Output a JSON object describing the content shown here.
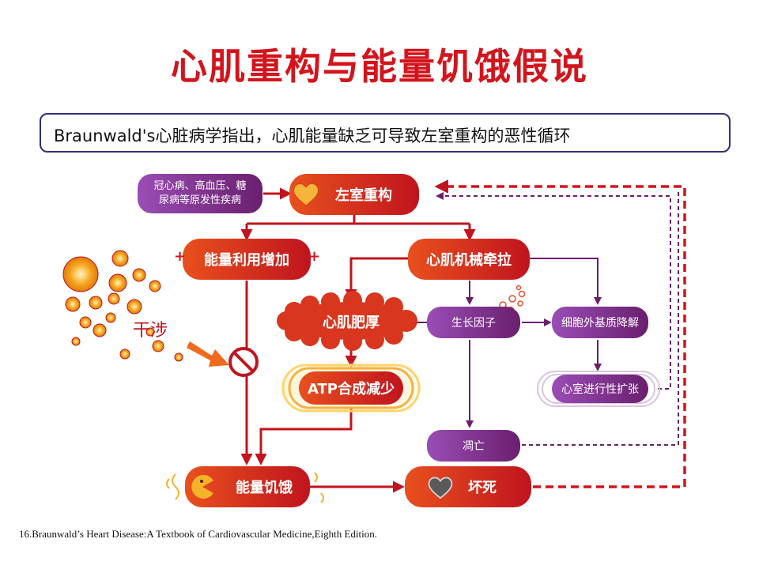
{
  "slide": {
    "title": "心肌重构与能量饥饿假说",
    "subtitle": "Braunwald's心脏病学指出，心肌能量缺乏可导致左室重构的恶性循环",
    "reference": "16.Braunwald’s Heart Disease:A Textbook of Cardiovascular Medicine,Eighth Edition."
  },
  "nodes": {
    "primary_diseases": "冠心病、高血压、糖尿病等原发性疾病",
    "lv_remodeling": "左室重构",
    "energy_use_increase": "能量利用增加",
    "mechanical_stretch": "心肌机械牵拉",
    "hypertrophy": "心肌肥厚",
    "growth_factor": "生长因子",
    "ecm_degradation": "细胞外基质降解",
    "atp_decrease": "ATP合成减少",
    "ventricular_dilation": "心室进行性扩张",
    "apoptosis": "凋亡",
    "energy_starvation": "能量饥饿",
    "necrosis": "坏死"
  },
  "labels": {
    "interfere": "干涉",
    "plus": "+"
  },
  "colors": {
    "red": "#c0141e",
    "purple": "#6a1f6e",
    "title_red": "#d4141c"
  }
}
